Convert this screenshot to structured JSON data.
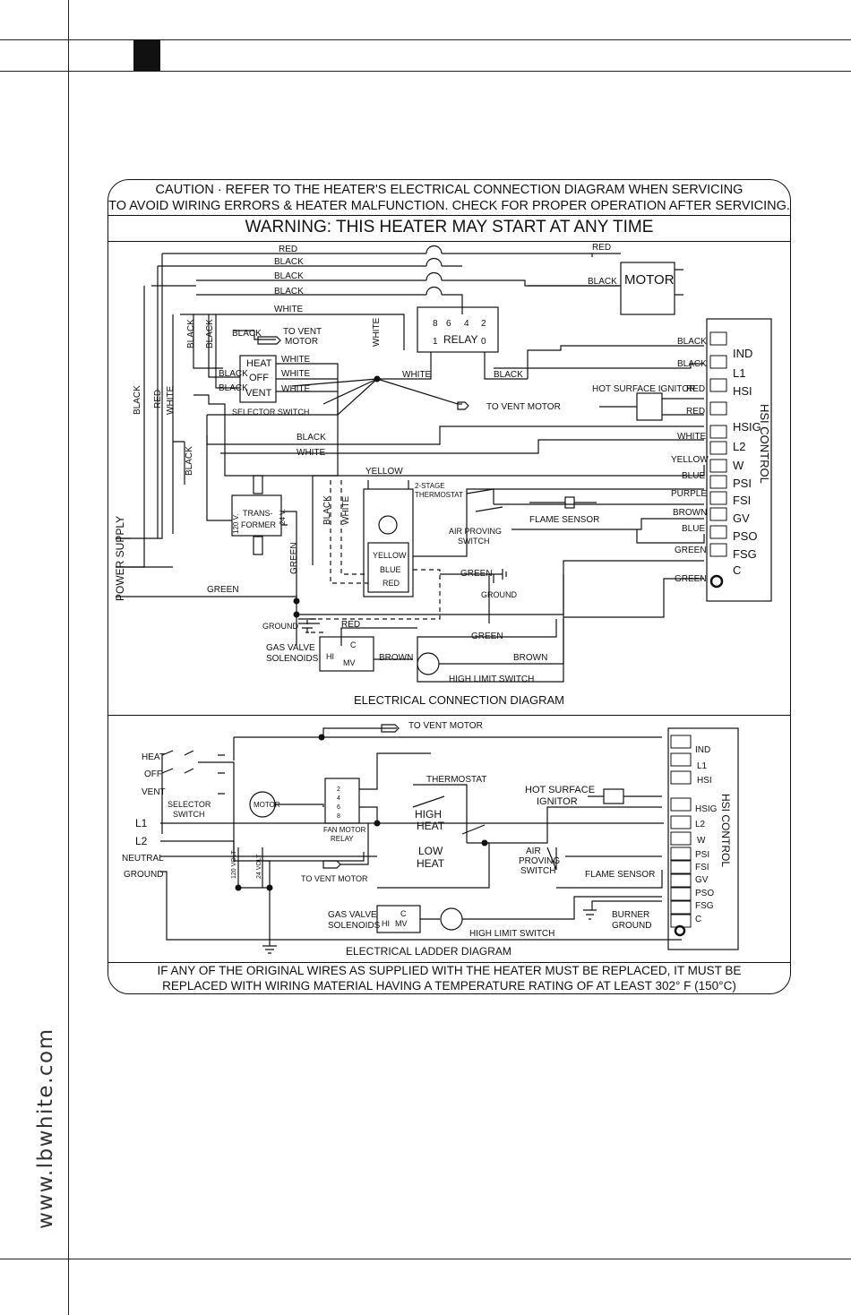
{
  "page": {
    "website": "www.lbwhite.com"
  },
  "header": {
    "caution_line1": "CAUTION · REFER TO THE HEATER'S ELECTRICAL CONNECTION DIAGRAM WHEN SERVICING",
    "caution_line2": "TO AVOID WIRING ERRORS & HEATER MALFUNCTION.  CHECK FOR PROPER OPERATION AFTER SERVICING.",
    "warning": "WARNING:  THIS HEATER MAY START AT ANY TIME"
  },
  "connection_diagram": {
    "title": "ELECTRICAL CONNECTION DIAGRAM",
    "wire_labels": {
      "red": "RED",
      "black": "BLACK",
      "white": "WHITE",
      "yellow": "YELLOW",
      "blue": "BLUE",
      "purple": "PURPLE",
      "brown": "BROWN",
      "green": "GREEN"
    },
    "components": {
      "motor": "MOTOR",
      "relay": "RELAY",
      "relay_pins_top": [
        "8",
        "6",
        "4",
        "2"
      ],
      "relay_pins_bottom": [
        "1",
        "0"
      ],
      "to_vent_motor": "TO VENT MOTOR",
      "to_vent_motor_2line": [
        "TO VENT",
        "MOTOR"
      ],
      "switch_positions": [
        "HEAT",
        "OFF",
        "VENT"
      ],
      "selector_switch": "SELECTOR SWITCH",
      "hot_surface_ignitor": "HOT SURFACE IGNITOR",
      "transformer": [
        "TRANS-",
        "FORMER"
      ],
      "v120": "120 V.",
      "v24": "24 V.",
      "thermostat": [
        "2-STAGE",
        "THERMOSTAT"
      ],
      "air_proving_switch": [
        "AIR PROVING",
        "SWITCH"
      ],
      "flame_sensor": "FLAME SENSOR",
      "terminal_colors": [
        "YELLOW",
        "BLUE",
        "RED"
      ],
      "power_supply": "POWER SUPPLY",
      "ground": "GROUND",
      "gas_valve": [
        "GAS VALVE",
        "SOLENOIDS"
      ],
      "valve_terminals": [
        "HI",
        "C",
        "MV"
      ],
      "high_limit_switch": "HIGH LIMIT SWITCH",
      "hsi_control": "HSI CONTROL",
      "hsi_terminals": [
        "IND",
        "L1",
        "HSI",
        "HSIG",
        "L2",
        "W",
        "PSI",
        "FSI",
        "GV",
        "PSO",
        "FSG",
        "C"
      ]
    }
  },
  "ladder_diagram": {
    "title": "ELECTRICAL LADDER DIAGRAM",
    "to_vent_motor": "TO VENT MOTOR",
    "switch_positions": [
      "HEAT",
      "OFF",
      "VENT"
    ],
    "selector_switch": [
      "SELECTOR",
      "SWITCH"
    ],
    "lines": [
      "L1",
      "L2",
      "NEUTRAL",
      "GROUND"
    ],
    "motor": "MOTOR",
    "fan_motor_relay": [
      "FAN MOTOR",
      "RELAY"
    ],
    "relay_pins": [
      "2",
      "4",
      "6",
      "8"
    ],
    "v120": "120 VOLT",
    "v24": "24 VOLT",
    "thermostat": "THERMOSTAT",
    "high_heat": [
      "HIGH",
      "HEAT"
    ],
    "low_heat": [
      "LOW",
      "HEAT"
    ],
    "hot_surface_ignitor": [
      "HOT SURFACE",
      "IGNITOR"
    ],
    "air_proving_switch": [
      "AIR",
      "PROVING",
      "SWITCH"
    ],
    "flame_sensor": "FLAME SENSOR",
    "gas_valve": [
      "GAS VALVE",
      "SOLENOIDS"
    ],
    "valve_terminals": [
      "HI",
      "C",
      "MV"
    ],
    "high_limit_switch": "HIGH LIMIT SWITCH",
    "burner_ground": [
      "BURNER",
      "GROUND"
    ],
    "hsi_control": "HSI CONTROL",
    "hsi_terminals": [
      "IND",
      "L1",
      "HSI",
      "HSIG",
      "L2",
      "W",
      "PSI",
      "FSI",
      "GV",
      "PSO",
      "FSG",
      "C"
    ]
  },
  "footer": {
    "line1": "IF ANY OF THE ORIGINAL WIRES AS SUPPLIED WITH THE HEATER MUST BE REPLACED, IT MUST BE",
    "line2": "REPLACED WITH WIRING MATERIAL HAVING A TEMPERATURE RATING OF AT LEAST 302° F (150°C)"
  }
}
